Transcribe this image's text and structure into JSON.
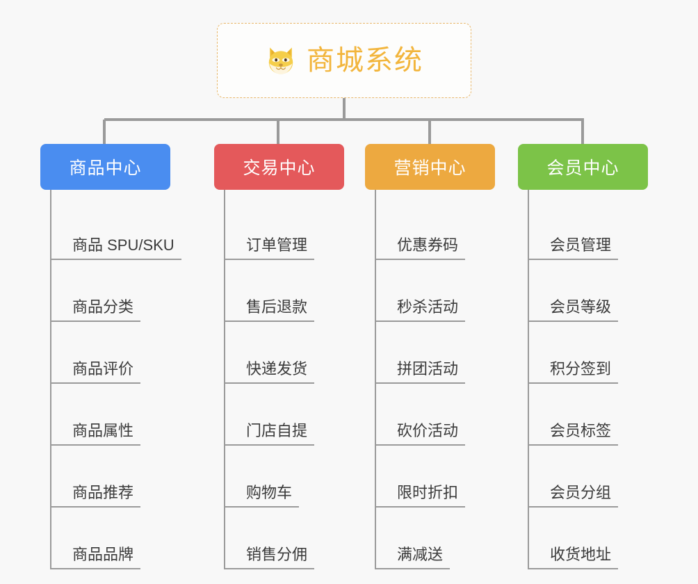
{
  "diagram": {
    "type": "mindmap-org-chart",
    "background_color": "#f8f8f8",
    "root": {
      "title": "商城系统",
      "icon": "shiba-dog-emoji",
      "text_color": "#f2b53c",
      "border_color": "#e8b76a",
      "border_style": "dashed"
    },
    "connector_color": "#9a9a9a",
    "branches": [
      {
        "label": "商品中心",
        "color": "#4a8df0",
        "items": [
          "商品 SPU/SKU",
          "商品分类",
          "商品评价",
          "商品属性",
          "商品推荐",
          "商品品牌"
        ]
      },
      {
        "label": "交易中心",
        "color": "#e4595b",
        "items": [
          "订单管理",
          "售后退款",
          "快递发货",
          "门店自提",
          "购物车",
          "销售分佣"
        ]
      },
      {
        "label": "营销中心",
        "color": "#eda940",
        "items": [
          "优惠券码",
          "秒杀活动",
          "拼团活动",
          "砍价活动",
          "限时折扣",
          "满减送"
        ]
      },
      {
        "label": "会员中心",
        "color": "#7cc348",
        "items": [
          "会员管理",
          "会员等级",
          "积分签到",
          "会员标签",
          "会员分组",
          "收货地址"
        ]
      }
    ]
  }
}
